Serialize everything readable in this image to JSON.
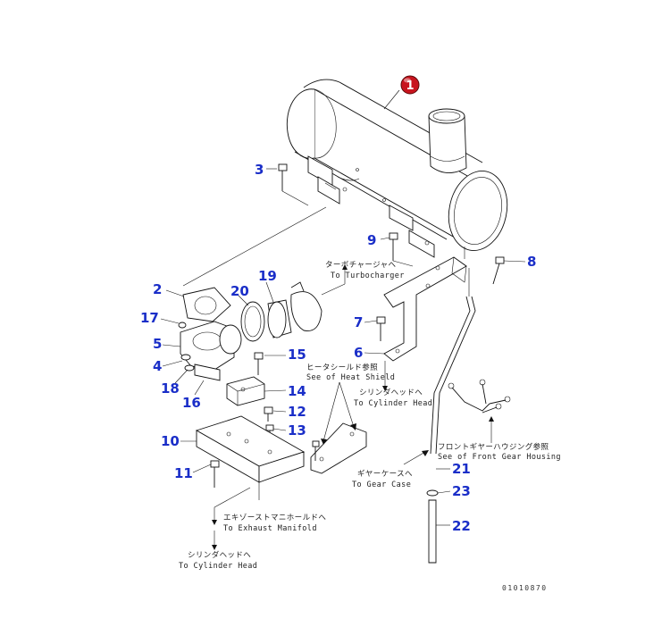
{
  "diagram": {
    "callouts": [
      {
        "id": "1",
        "label": "1",
        "highlight": true
      },
      {
        "id": "2",
        "label": "2"
      },
      {
        "id": "3",
        "label": "3"
      },
      {
        "id": "4",
        "label": "4"
      },
      {
        "id": "5",
        "label": "5"
      },
      {
        "id": "6",
        "label": "6"
      },
      {
        "id": "7",
        "label": "7"
      },
      {
        "id": "8",
        "label": "8"
      },
      {
        "id": "9",
        "label": "9"
      },
      {
        "id": "10",
        "label": "10"
      },
      {
        "id": "11",
        "label": "11"
      },
      {
        "id": "12",
        "label": "12"
      },
      {
        "id": "13",
        "label": "13"
      },
      {
        "id": "14",
        "label": "14"
      },
      {
        "id": "15",
        "label": "15"
      },
      {
        "id": "16",
        "label": "16"
      },
      {
        "id": "17",
        "label": "17"
      },
      {
        "id": "18",
        "label": "18"
      },
      {
        "id": "19",
        "label": "19"
      },
      {
        "id": "20",
        "label": "20"
      },
      {
        "id": "21",
        "label": "21"
      },
      {
        "id": "22",
        "label": "22"
      },
      {
        "id": "23",
        "label": "23"
      }
    ],
    "notes": {
      "turbo_jp": "ターボチャージャへ",
      "turbo_en": "To Turbocharger",
      "heat_jp": "ヒータシールド参照",
      "heat_en": "See of Heat Shield",
      "cyl1_jp": "シリンダヘッドへ",
      "cyl1_en": "To Cylinder Head",
      "front_jp": "フロントギヤーハウジング参照",
      "front_en": "See of Front Gear Housing",
      "gear_jp": "ギヤーケースへ",
      "gear_en": "To Gear Case",
      "exh_jp": "エキゾーストマニホールドへ",
      "exh_en": "To Exhaust Manifold",
      "cyl2_jp": "シリンダヘッドへ",
      "cyl2_en": "To Cylinder Head"
    },
    "drawing_code": "01010870",
    "colors": {
      "callout_text": "#1a2ec8",
      "highlight_fill": "#c8141e",
      "line": "#111111"
    }
  }
}
